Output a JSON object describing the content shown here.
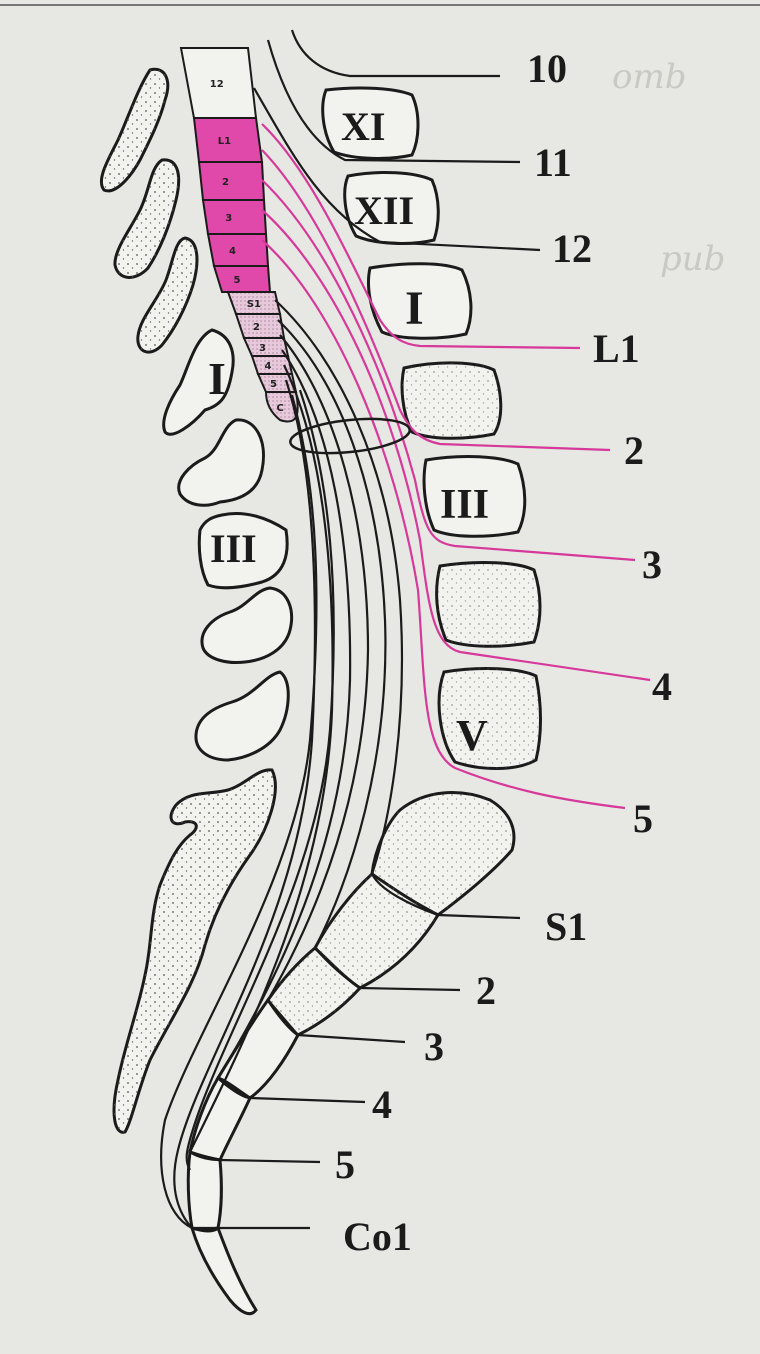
{
  "diagram": {
    "colors": {
      "paper": "#e7e8e3",
      "bone": "#f2f2ee",
      "ink": "#1b1b1b",
      "nerve_lumbar": "#d6399a",
      "segment_lumbar": "#e048aa",
      "segment_sacral": "#e8c9dc"
    },
    "cord_segments": [
      "12",
      "L1",
      "2",
      "3",
      "4",
      "5",
      "S1",
      "2",
      "3",
      "4",
      "5",
      "C"
    ],
    "thoracic_vertebra_labels": [
      "XI",
      "XII"
    ],
    "lumbar_body_labels": [
      "I",
      "III",
      "V"
    ],
    "spinous_process_labels": [
      "I",
      "III"
    ],
    "root_labels": {
      "thoracic": [
        "10",
        "11",
        "12"
      ],
      "lumbar": [
        "L1",
        "2",
        "3",
        "4",
        "5"
      ],
      "sacral": [
        "S1",
        "2",
        "3",
        "4",
        "5"
      ],
      "coccygeal": [
        "Co1"
      ]
    },
    "handwritten_notes": [
      "omb",
      "pub"
    ]
  }
}
